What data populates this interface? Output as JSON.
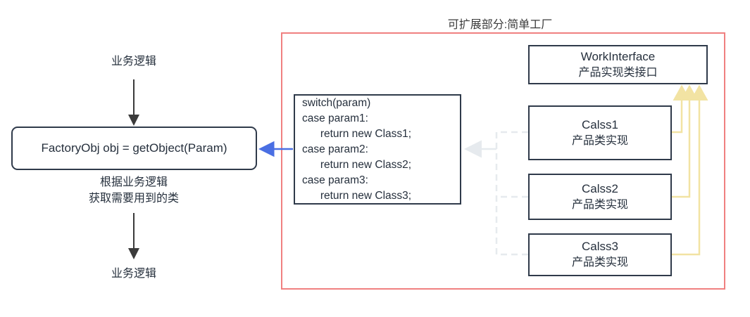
{
  "diagram": {
    "title": "可扩展部分:简单工厂",
    "region": {
      "label": "可扩展部分:简单工厂",
      "border_color": "#f08080"
    },
    "labels": {
      "top_business_logic": "业务逻辑",
      "middle_note": "根据业务逻辑\n获取需要用到的类",
      "bottom_business_logic": "业务逻辑"
    },
    "nodes": {
      "factory": {
        "text": "FactoryObj obj = getObject(Param)"
      },
      "switch": {
        "code": "switch(param)\ncase param1:\n      return new Class1;\ncase param2:\n      return new Class2;\ncase param3:\n      return new Class3;"
      },
      "work_interface": {
        "title": "WorkInterface",
        "subtitle": "产品实现类接口"
      },
      "class1": {
        "title": "Calss1",
        "subtitle": "产品类实现"
      },
      "class2": {
        "title": "Calss2",
        "subtitle": "产品类实现"
      },
      "class3": {
        "title": "Calss3",
        "subtitle": "产品类实现"
      }
    },
    "colors": {
      "node_border": "#2f3a4a",
      "text": "#26303d",
      "flow_arrow": "#3b3b3b",
      "blue_arrow": "#4a6fe3",
      "dashed_connector": "#e6eaee",
      "inherit_arrow": "#f2e3a3",
      "region_border": "#f08080"
    }
  }
}
